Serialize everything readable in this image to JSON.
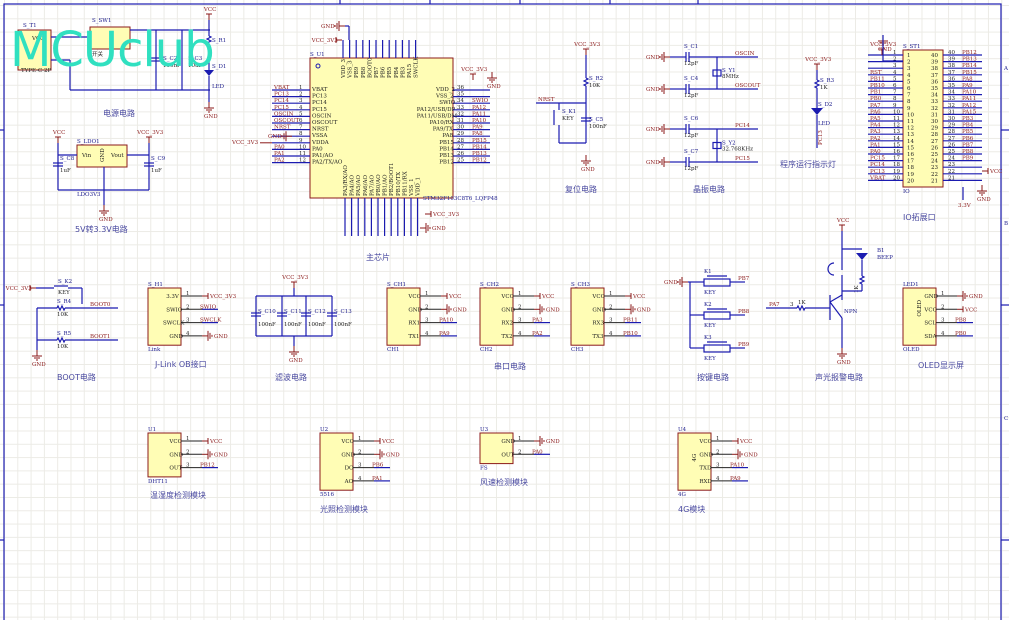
{
  "watermark": "MCUclub",
  "frame": {
    "zones": [
      "A",
      "B",
      "C"
    ]
  },
  "colors": {
    "wire": "#1b1bb0",
    "net_label": "#8b1a1a",
    "component_body": "#fffdb5",
    "watermark": "#30e0c0",
    "grid": "#ecebe6",
    "caption": "#4a4aa0"
  },
  "sections": {
    "power": {
      "caption": "电源电路",
      "designators": [
        "S_T1",
        "S_SW1",
        "S_C2",
        "S_R1",
        "S_D1"
      ],
      "labels": [
        "VCC",
        "GND",
        "100nF",
        "开关",
        "LED",
        "TYPE-C-2P"
      ]
    },
    "ldo": {
      "caption": "5V转3.3V电路",
      "ref": "S_LDO1",
      "part": "LDO3V3",
      "pins": [
        "Vin",
        "Vout",
        "GND"
      ],
      "caps": [
        {
          "ref": "S_C8",
          "value": "1uF"
        },
        {
          "ref": "S_C9",
          "value": "1uF"
        }
      ],
      "nets": [
        "VCC",
        "VCC_3V3",
        "GND"
      ]
    },
    "mcu": {
      "caption": "主芯片",
      "ref": "S_U1",
      "part": "STM32F103C8T6_LQFP48",
      "left_pins": [
        {
          "n": "1",
          "name": "VBAT",
          "net": "VBAT"
        },
        {
          "n": "2",
          "name": "PC13",
          "net": "PC13"
        },
        {
          "n": "3",
          "name": "PC14",
          "net": "PC14"
        },
        {
          "n": "4",
          "name": "PC15",
          "net": "PC15"
        },
        {
          "n": "5",
          "name": "OSCIN",
          "net": "OSCIN"
        },
        {
          "n": "6",
          "name": "OSCOUT",
          "net": "OSCOUT"
        },
        {
          "n": "7",
          "name": "NRST",
          "net": "NRST"
        },
        {
          "n": "8",
          "name": "VSSA",
          "net": "GND"
        },
        {
          "n": "9",
          "name": "VDDA",
          "net": "VCC_3V3"
        },
        {
          "n": "10",
          "name": "PA0",
          "net": "PA0"
        },
        {
          "n": "11",
          "name": "PA1/AO",
          "net": "PA1"
        },
        {
          "n": "12",
          "name": "PA2/TX/AO",
          "net": "PA2"
        }
      ],
      "right_pins": [
        {
          "n": "36",
          "name": "VDD_2",
          "net": "VCC_3V3"
        },
        {
          "n": "35",
          "name": "VSS_2",
          "net": "GND"
        },
        {
          "n": "34",
          "name": "SWIO",
          "net": "SWIO"
        },
        {
          "n": "33",
          "name": "PA12/USB/DP",
          "net": "PA12"
        },
        {
          "n": "32",
          "name": "PA11/USB/DM",
          "net": "PA11"
        },
        {
          "n": "31",
          "name": "PA10/RX",
          "net": "PA10"
        },
        {
          "n": "30",
          "name": "PA9/TX",
          "net": "PA9"
        },
        {
          "n": "29",
          "name": "PA8",
          "net": "PA8"
        },
        {
          "n": "28",
          "name": "PB15",
          "net": "PB15"
        },
        {
          "n": "27",
          "name": "PB14",
          "net": "PB14"
        },
        {
          "n": "26",
          "name": "PB13",
          "net": "PB13"
        },
        {
          "n": "25",
          "name": "PB12",
          "net": "PB12"
        }
      ],
      "top_pins": [
        "VDD_3",
        "VSS_3",
        "PB9",
        "PB8",
        "BOOT0",
        "PB7",
        "PB6",
        "PB5",
        "PB4",
        "PB3",
        "PA15",
        "SWCLK"
      ],
      "bottom_pins": [
        "PA3/RX/AO",
        "PA4/AO",
        "PA5/AO",
        "PA6/AO",
        "PA7/AO",
        "PB0/AO",
        "PB1/AO",
        "PB2/BOOT1",
        "PB10/TX",
        "PB11/RX",
        "VSS_1",
        "VDD_1"
      ],
      "power_nets": [
        "GND",
        "VCC_3V3"
      ]
    },
    "reset": {
      "caption": "复位电路",
      "refs": [
        "S_R2",
        "S_K1",
        "S_C5"
      ],
      "values": [
        "10K",
        "KEY",
        "100nF"
      ],
      "nets": [
        "VCC_3V3",
        "NRST",
        "GND"
      ]
    },
    "crystal": {
      "caption": "晶振电路",
      "caps": [
        {
          "ref": "S_C1",
          "value": "12pF",
          "net": "OSCIN"
        },
        {
          "ref": "S_C4",
          "value": "12pF",
          "net": "OSCOUT"
        },
        {
          "ref": "S_C6",
          "value": "12pF",
          "net": "PC14"
        },
        {
          "ref": "S_C7",
          "value": "12pF",
          "net": "PC15"
        }
      ],
      "crystals": [
        {
          "ref": "S_Y1",
          "value": "8MHz"
        },
        {
          "ref": "S_Y2",
          "value": "32.768KHz"
        }
      ]
    },
    "run_led": {
      "caption": "程序运行指示灯",
      "refs": [
        "S_R3",
        "S_D2"
      ],
      "values": [
        "1K",
        "LED"
      ],
      "net": "VCC_3V3",
      "pin_net": "PC13"
    },
    "io": {
      "caption": "IO拓展口",
      "ref": "S_ST1",
      "part": "IO",
      "left_nets": [
        "VCC_3V3",
        "",
        "",
        "RST",
        "PB11",
        "PB10",
        "PB1",
        "PB0",
        "PA7",
        "PA6",
        "PA5",
        "PA4",
        "PA3",
        "PA2",
        "PA1",
        "PA0",
        "PC15",
        "PC14",
        "PC13",
        "VBAT"
      ],
      "right_nets": [
        "PB12",
        "PB13",
        "PB14",
        "PB15",
        "PA8",
        "PA9",
        "PA10",
        "PA11",
        "PA12",
        "PA15",
        "PB3",
        "PB4",
        "PB5",
        "PB6",
        "PB7",
        "PB8",
        "PB9",
        "VCC",
        "",
        "3.3V"
      ],
      "extra_nets": [
        "GND",
        "VCC",
        "GND",
        "3.3V"
      ]
    },
    "boot": {
      "caption": "BOOT电路",
      "refs": [
        "S_K2",
        "S_R4",
        "S_R5"
      ],
      "values": [
        "KEY",
        "10K",
        "10K"
      ],
      "nets": [
        "VCC_3V3",
        "BOOT0",
        "BOOT1",
        "GND"
      ]
    },
    "jlink": {
      "caption": "J-Link OB接口",
      "ref": "S_H1",
      "part": "Link",
      "pins": [
        {
          "n": "1",
          "name": "3.3V",
          "net": "VCC_3V3"
        },
        {
          "n": "2",
          "name": "SWIO",
          "net": "SWIO"
        },
        {
          "n": "3",
          "name": "SWCLK",
          "net": "SWCLK"
        },
        {
          "n": "4",
          "name": "GND",
          "net": "GND"
        }
      ]
    },
    "filter": {
      "caption": "滤波电路",
      "caps": [
        {
          "ref": "S_C10",
          "value": "100nF"
        },
        {
          "ref": "S_C11",
          "value": "100nF"
        },
        {
          "ref": "S_C12",
          "value": "100nF"
        },
        {
          "ref": "S_C13",
          "value": "100nF"
        }
      ],
      "nets": [
        "VCC_3V3",
        "GND"
      ]
    },
    "uart": {
      "caption": "串口电路",
      "headers": [
        {
          "ref": "S_CH1",
          "part": "CH1",
          "pins": [
            {
              "n": "1",
              "name": "VCC",
              "net": "VCC"
            },
            {
              "n": "2",
              "name": "GND",
              "net": "GND"
            },
            {
              "n": "3",
              "name": "RX1",
              "net": "PA10"
            },
            {
              "n": "4",
              "name": "TX1",
              "net": "PA9"
            }
          ]
        },
        {
          "ref": "S_CH2",
          "part": "CH2",
          "pins": [
            {
              "n": "1",
              "name": "VCC",
              "net": "VCC"
            },
            {
              "n": "2",
              "name": "GND",
              "net": "GND"
            },
            {
              "n": "3",
              "name": "RX2",
              "net": "PA3"
            },
            {
              "n": "4",
              "name": "TX2",
              "net": "PA2"
            }
          ]
        },
        {
          "ref": "S_CH3",
          "part": "CH3",
          "pins": [
            {
              "n": "1",
              "name": "VCC",
              "net": "VCC"
            },
            {
              "n": "2",
              "name": "GND",
              "net": "GND"
            },
            {
              "n": "3",
              "name": "RX3",
              "net": "PB11"
            },
            {
              "n": "4",
              "name": "TX3",
              "net": "PB10"
            }
          ]
        }
      ]
    },
    "keys": {
      "caption": "按键电路",
      "keys": [
        {
          "ref": "K1",
          "value": "KEY",
          "net": "PB7"
        },
        {
          "ref": "K2",
          "value": "KEY",
          "net": "PB8"
        },
        {
          "ref": "K3",
          "value": "KEY",
          "net": "PB9"
        }
      ],
      "net": "GND"
    },
    "alarm": {
      "caption": "声光报警电路",
      "refs": [
        "B1",
        "BEEP",
        "NPN",
        "1K",
        "1K"
      ],
      "nets": [
        "VCC",
        "PA7",
        "GND"
      ]
    },
    "oled": {
      "caption": "OLED显示屏",
      "ref": "LED1",
      "part": "OLED",
      "body": "OLED",
      "pins": [
        {
          "n": "1",
          "name": "GND",
          "net": "GND"
        },
        {
          "n": "2",
          "name": "VCC",
          "net": "VCC"
        },
        {
          "n": "3",
          "name": "SCL",
          "net": "PB8"
        },
        {
          "n": "4",
          "name": "SDA",
          "net": "PB0"
        }
      ]
    },
    "dht": {
      "caption": "温湿度检测模块",
      "ref": "U1",
      "part": "DHT11",
      "pins": [
        {
          "n": "1",
          "name": "VCC",
          "net": "VCC"
        },
        {
          "n": "2",
          "name": "GND",
          "net": "GND"
        },
        {
          "n": "3",
          "name": "OUT",
          "net": "PB12"
        }
      ]
    },
    "light": {
      "caption": "光照检测模块",
      "ref": "U2",
      "part": "5516",
      "pins": [
        {
          "n": "1",
          "name": "VCC",
          "net": "VCC"
        },
        {
          "n": "2",
          "name": "GND",
          "net": "GND"
        },
        {
          "n": "3",
          "name": "DO",
          "net": "PB6"
        },
        {
          "n": "4",
          "name": "AO",
          "net": "PA1"
        }
      ]
    },
    "wind": {
      "caption": "风速检测模块",
      "ref": "U3",
      "part": "FS",
      "pins": [
        {
          "n": "1",
          "name": "GND",
          "net": "GND"
        },
        {
          "n": "2",
          "name": "OUT",
          "net": "PA0"
        }
      ]
    },
    "g4": {
      "caption": "4G模块",
      "ref": "U4",
      "part": "4G",
      "body": "4G",
      "pins": [
        {
          "n": "1",
          "name": "VCC",
          "net": "VCC"
        },
        {
          "n": "2",
          "name": "GND",
          "net": "GND"
        },
        {
          "n": "3",
          "name": "TXD",
          "net": "PA10"
        },
        {
          "n": "4",
          "name": "RXD",
          "net": "PA9"
        }
      ]
    }
  }
}
